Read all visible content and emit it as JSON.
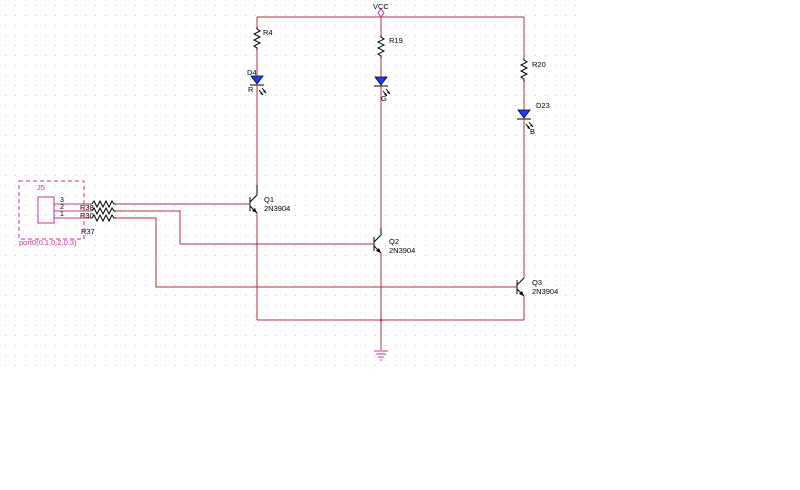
{
  "power": {
    "vcc_label": "VCC"
  },
  "resistors": {
    "r4": "R4",
    "r19": "R19",
    "r20": "R20",
    "r38": "R38",
    "r30": "R30",
    "r37": "R37"
  },
  "leds": {
    "d4": {
      "ref": "D4",
      "color": "R"
    },
    "d_mid": {
      "color": "G"
    },
    "d23": {
      "ref": "D23",
      "color": "B"
    }
  },
  "transistors": {
    "q1": {
      "ref": "Q1",
      "part": "2N3904"
    },
    "q2": {
      "ref": "Q2",
      "part": "2N3904"
    },
    "q3": {
      "ref": "Q3",
      "part": "2N3904"
    }
  },
  "connector": {
    "ref": "J5",
    "pins": [
      "3",
      "2",
      "1"
    ],
    "net_label": "port0(0.1,0.2,0.3)"
  },
  "colors": {
    "wire": "#b03040",
    "component": "#000000",
    "connector": "#cc3399",
    "led_fill": "#1a3cff",
    "grid_dot": "#c8c8c8"
  }
}
